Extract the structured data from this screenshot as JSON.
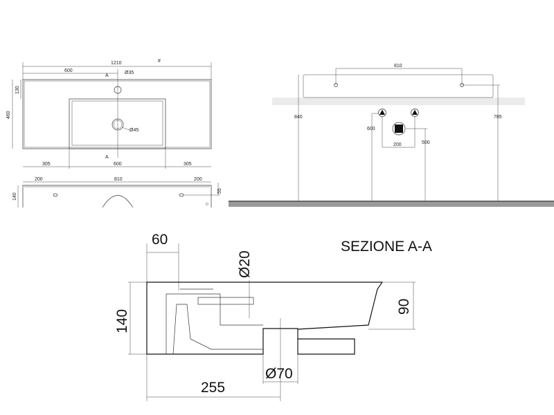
{
  "plan_view": {
    "mark": "#",
    "dims": {
      "total_width": "1210",
      "tap_offset": "600",
      "depth": "460",
      "tap_depth": "130",
      "tap_hole": "Ø35",
      "drain": "Ø45",
      "left": "305",
      "center": "600",
      "right": "305",
      "section_mark": "A"
    }
  },
  "front_view": {
    "dims": {
      "left": "200",
      "center": "810",
      "right": "200",
      "height": "140",
      "hole_height": "55"
    }
  },
  "wall_view": {
    "dims": {
      "hole_spacing": "810",
      "top_height": "840",
      "hole_height": "785",
      "supply_height": "600",
      "supply_spacing": "200",
      "drain_height": "500"
    }
  },
  "section": {
    "title": "SEZIONE A-A",
    "dims": {
      "rim": "60",
      "overflow": "Ø20",
      "height": "140",
      "bowl_depth": "90",
      "drain_offset": "255",
      "drain": "Ø70"
    }
  }
}
